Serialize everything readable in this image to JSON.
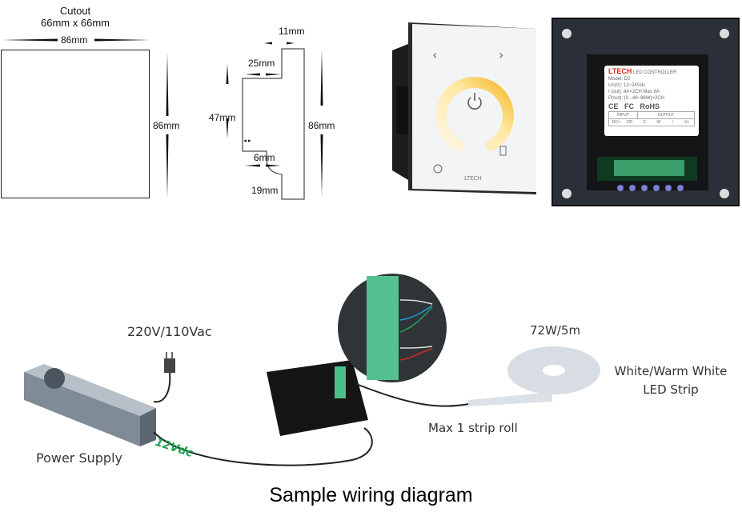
{
  "front_view": {
    "cutout_title": "Cutout",
    "cutout_size": "66mm x 66mm",
    "width_label": "86mm",
    "height_label": "86mm"
  },
  "side_view": {
    "top_depth": "11mm",
    "step_depth": "25mm",
    "body_height": "47mm",
    "recess": "6mm",
    "bottom_depth": "19mm",
    "total_height": "86mm"
  },
  "front_panel_photo": {
    "brand": "LTECH",
    "power_label": "POWER"
  },
  "back_panel_photo": {
    "brand": "LTECH",
    "brand_sub": "LED CONTROLLER",
    "spec_lines": [
      "Model: D2",
      "Un(V): 12~24Vdc",
      "I (out): 4A×2CH     Max 8A",
      "P(out): (0...48~96W)×2CH"
    ],
    "certs": [
      "CE",
      "FC",
      "RoHS"
    ],
    "table_groups": [
      "INPUT",
      "OUTPUT"
    ],
    "terminals": [
      "DC+",
      "DC-",
      "C",
      "W",
      "/",
      "V+"
    ],
    "colors": {
      "brand": "#e0261b",
      "terminal_block": "#3b9e6a",
      "leds": "#7a7fd8"
    }
  },
  "wiring": {
    "mains_label": "220V/110Vac",
    "power_supply_label": "Power Supply",
    "dc_label": "12Vdc",
    "dc_label_color": "#1aa550",
    "strip_power": "72W/5m",
    "strip_name_line1": "White/Warm White",
    "strip_name_line2": "LED Strip",
    "max_label": "Max 1 strip roll"
  },
  "caption": "Sample wiring diagram"
}
